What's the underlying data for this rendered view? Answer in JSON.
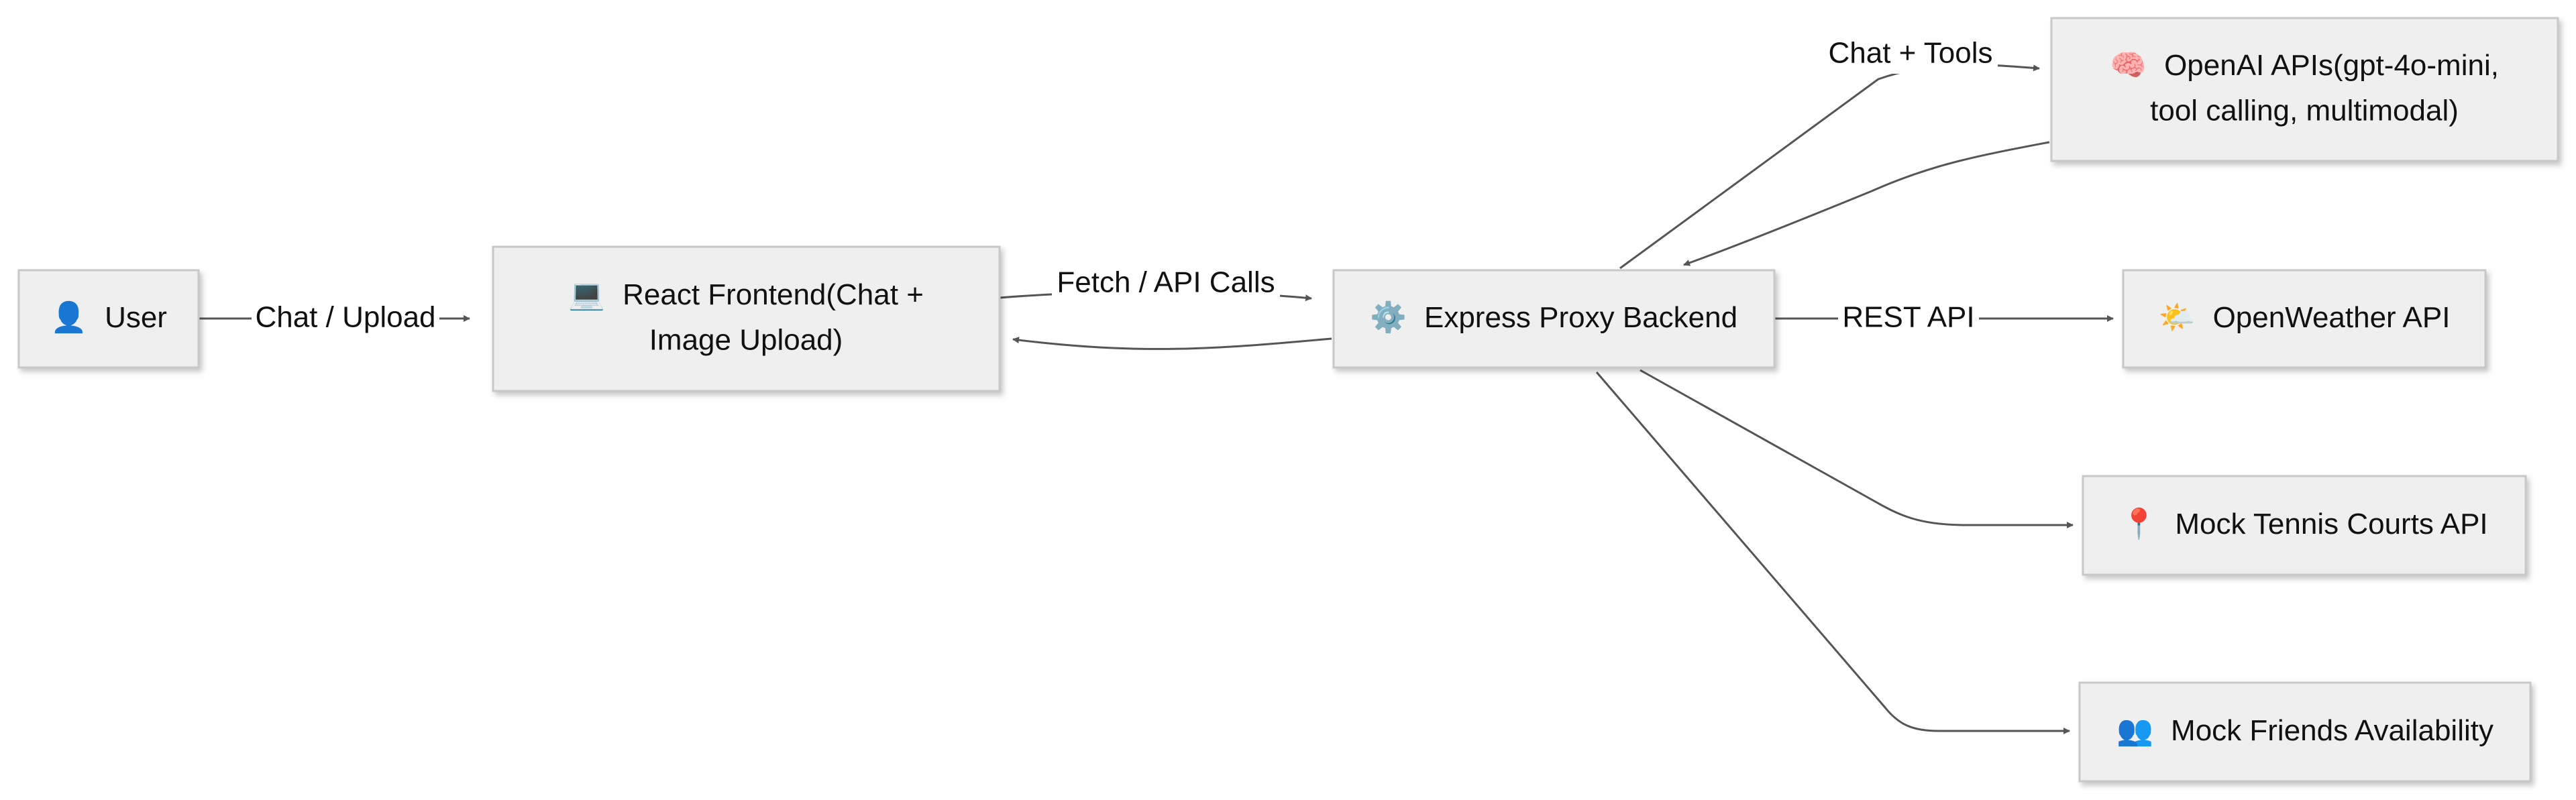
{
  "nodes": {
    "user": {
      "icon": "👤",
      "label": "User"
    },
    "react_frontend": {
      "icon": "💻",
      "line1": "React Frontend(Chat +",
      "line2": "Image Upload)"
    },
    "express_backend": {
      "icon": "⚙️",
      "label": "Express Proxy Backend"
    },
    "openai_apis": {
      "icon": "🧠",
      "line1": "OpenAI APIs(gpt-4o-mini,",
      "line2": "tool calling, multimodal)"
    },
    "openweather_api": {
      "icon": "🌤️",
      "label": "OpenWeather API"
    },
    "tennis_courts_api": {
      "icon": "📍",
      "label": "Mock Tennis Courts API"
    },
    "friends_availability": {
      "icon": "👥",
      "label": "Mock Friends Availability"
    }
  },
  "edges": {
    "user_to_frontend": "Chat / Upload",
    "frontend_to_backend": "Fetch / API Calls",
    "backend_to_openai": "Chat + Tools",
    "backend_to_weather": "REST API"
  },
  "icon_names": {
    "user": "bust-silhouette-icon",
    "react_frontend": "laptop-icon",
    "express_backend": "gear-icon",
    "openai_apis": "brain-icon",
    "openweather_api": "sun-behind-cloud-icon",
    "tennis_courts_api": "round-pushpin-icon",
    "friends_availability": "busts-silhouette-icon"
  },
  "colors": {
    "node_fill": "#efefef",
    "node_border": "#c8c8c8",
    "edge": "#555555",
    "text": "#111111",
    "background": "#ffffff"
  }
}
